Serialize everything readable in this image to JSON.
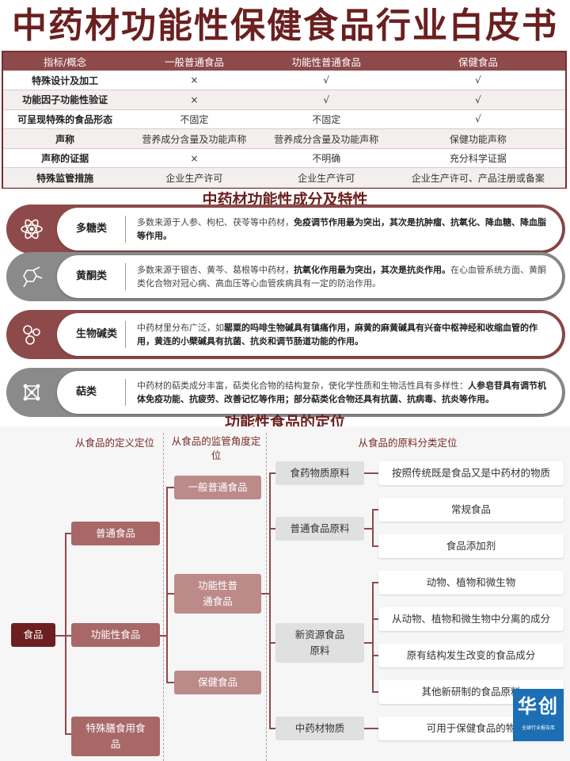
{
  "title": "中药材功能性保健食品行业白皮书",
  "table": {
    "headers": [
      "指标/概念",
      "一般普通食品",
      "功能性普通食品",
      "保健食品"
    ],
    "rows": [
      [
        "特殊设计及加工",
        "×",
        "√",
        "√"
      ],
      [
        "功能因子功能性验证",
        "×",
        "√",
        "√"
      ],
      [
        "可呈现特殊的食品形态",
        "不固定",
        "不固定",
        "√"
      ],
      [
        "声称",
        "营养成分含量及功能声称",
        "营养成分含量及功能声称",
        "保健功能声称"
      ],
      [
        "声称的证据",
        "×",
        "不明确",
        "充分科学证据"
      ],
      [
        "特殊监管措施",
        "企业生产许可",
        "企业生产许可",
        "企业生产许可、产品注册或备案"
      ]
    ]
  },
  "section2_title": "中药材功能性成分及特性",
  "cards": [
    {
      "icon": "atom-icon",
      "name": "多糖类",
      "desc_plain": "多数来源于人参、枸杞、茯苓等中药材，",
      "desc_bold": "免疫调节作用最为突出，其次是抗肿瘤、抗氧化、降血糖、降血脂等作用。",
      "desc_tail": ""
    },
    {
      "icon": "molecule-icon",
      "name": "黄酮类",
      "desc_plain": "多数来源于银杏、黄芩、葛根等中药材，",
      "desc_bold": "抗氧化作用最为突出，其次是抗炎作用。",
      "desc_tail": "在心血管系统方面、黄酮类化合物对冠心病、高血压等心血管疾病具有一定的防治作用。"
    },
    {
      "icon": "compound-icon",
      "name": "生物碱类",
      "desc_plain": "中药材里分布广泛，如",
      "desc_bold": "罂粟的吗啡生物碱具有镇痛作用，麻黄的麻黄碱具有兴奋中枢神经和收缩血管的作用，黄连的小檗碱具有抗菌、抗炎和调节肠道功能的作用。",
      "desc_tail": ""
    },
    {
      "icon": "network-icon",
      "name": "萜类",
      "desc_plain": "中药材的萜类成分丰富，萜类化合物的结构复杂，使化学性质和生物活性具有多样性：",
      "desc_bold": "人参皂苷具有调节机体免疫功能、抗疲劳、改善记忆等作用；部分萜类化合物还具有抗菌、抗病毒、抗炎等作用。",
      "desc_tail": ""
    }
  ],
  "section3_title": "功能性食品的定位",
  "diagram": {
    "col1_header": "从食品的定义定位",
    "col2_header": "从食品的监管角度定位",
    "col3_header": "从食品的原料分类定位",
    "root": "食品",
    "level1": [
      "普通食品",
      "功能性食品",
      "特殊膳食用食品"
    ],
    "level2": [
      "一般普通食品",
      "功能性普通食品",
      "保健食品"
    ],
    "materials": [
      "食药物质原料",
      "普通食品原料",
      "新资源食品原料",
      "中药材物质"
    ],
    "details": [
      "按照传统既是食品又是中药材的物质",
      "常规食品",
      "食品添加剂",
      "动物、植物和微生物",
      "从动物、植物和微生物中分离的成分",
      "原有结构发生改变的食品成分",
      "其他新研制的食品原料",
      "可用于保健食品的物"
    ]
  },
  "logo": {
    "big": "华创",
    "small": "全球行业报告库"
  }
}
